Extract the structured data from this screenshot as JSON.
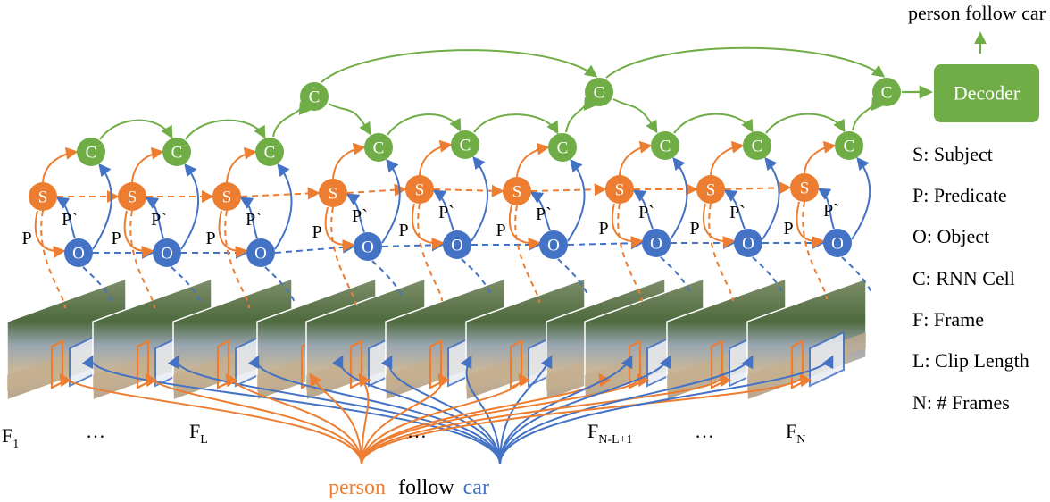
{
  "output": {
    "text": "person follow car"
  },
  "decoder": {
    "label": "Decoder"
  },
  "nodes": {
    "subject": "S",
    "object": "O",
    "cell": "C"
  },
  "edges": {
    "predicate": "P",
    "predicate_reverse": "P`"
  },
  "legend": [
    "S: Subject",
    "P: Predicate",
    "O: Object",
    "C: RNN Cell",
    "F: Frame",
    "L: Clip Length",
    "N: # Frames"
  ],
  "frames": {
    "f1": {
      "base": "F",
      "sub": "1"
    },
    "fL": {
      "base": "F",
      "sub": "L"
    },
    "fNL": {
      "base": "F",
      "sub": "N-L+1"
    },
    "fN": {
      "base": "F",
      "sub": "N"
    },
    "ellipsis": "…"
  },
  "caption": {
    "subject": "person",
    "predicate": "follow",
    "object": "car"
  },
  "colors": {
    "subject": "#ed7d31",
    "object": "#4472c4",
    "cell": "#70ad47",
    "text": "#000000"
  }
}
